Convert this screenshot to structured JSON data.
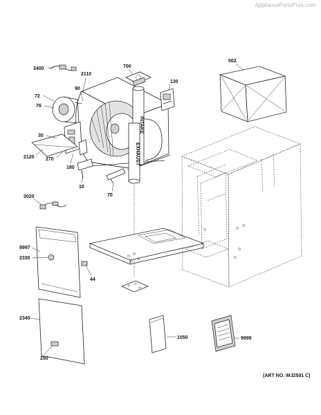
{
  "watermark": "AppliancePartsPros.com",
  "art_number": "(ART NO. WJ2501 C)",
  "callouts": {
    "p502": "502",
    "p700": "700",
    "p3400": "3400",
    "p2110": "2110",
    "p130": "130",
    "p72": "72",
    "p90": "90",
    "p76": "76",
    "p30": "30",
    "p2120": "2120",
    "p270": "270",
    "p180": "180",
    "p10": "10",
    "p70": "70",
    "p3020": "3020",
    "p9997": "9997",
    "p2330": "2330",
    "p44": "44",
    "p2340": "2340",
    "p250": "250",
    "p1050": "1050",
    "p9999": "9999"
  },
  "pipe_text": {
    "intake": "INTAKE",
    "exhaust": "EXHAUST"
  }
}
